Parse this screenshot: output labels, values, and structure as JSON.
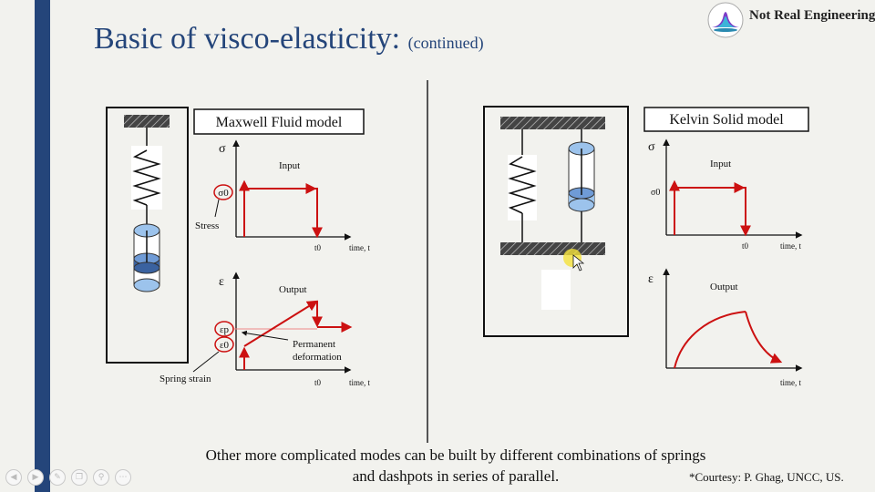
{
  "slide": {
    "title": "Basic of visco-elasticity:",
    "title_sub": "(continued)",
    "brand": "Not Real Engineering",
    "caption_line1": "Other more complicated modes can be built by different combinations of springs",
    "caption_line2": "and dashpots in series of parallel.",
    "courtesy": "*Courtesy: P. Ghag, UNCC, US."
  },
  "maxwell": {
    "label": "Maxwell Fluid model",
    "sigma": "σ",
    "input_label": "Input",
    "sigma0": "σ0",
    "stress_label": "Stress",
    "epsilon": "ε",
    "output_label": "Output",
    "eps_p": "εp",
    "eps_0": "ε0",
    "permanent_line1": "Permanent",
    "permanent_line2": "deformation",
    "spring_strain": "Spring strain",
    "t0": "t0",
    "time_label": "time, t"
  },
  "kelvin": {
    "label": "Kelvin Solid model",
    "sigma": "σ",
    "input_label": "Input",
    "sigma0": "σ0",
    "epsilon": "ε",
    "output_label": "Output",
    "t0": "t0",
    "time_label": "time, t"
  },
  "controls": [
    "prev-icon",
    "play-icon",
    "pen-icon",
    "copy-icon",
    "zoom-icon",
    "more-icon"
  ],
  "colors": {
    "accent": "#24457a",
    "red": "#cc1111",
    "fluid": "#9cc3ec"
  }
}
